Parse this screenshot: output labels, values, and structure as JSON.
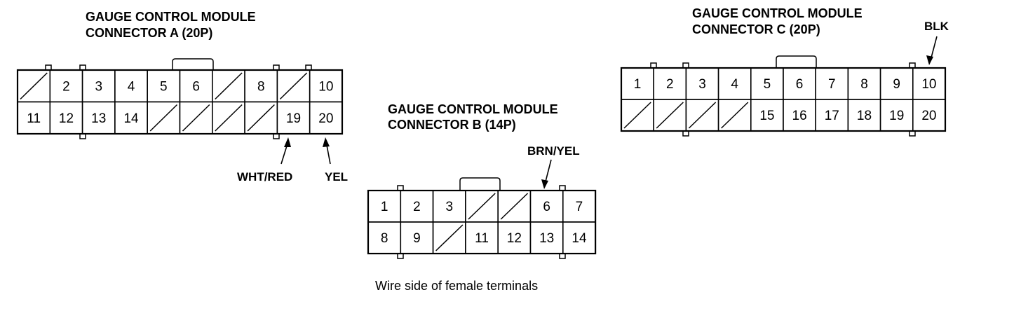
{
  "connectors": [
    {
      "id": "a",
      "title_line1": "GAUGE CONTROL MODULE",
      "title_line2": "CONNECTOR A (20P)",
      "rows": [
        [
          "",
          "2",
          "3",
          "4",
          "5",
          "6",
          "",
          "8",
          "",
          "10"
        ],
        [
          "11",
          "12",
          "13",
          "14",
          "",
          "",
          "",
          "",
          "19",
          "20"
        ]
      ],
      "labels": [
        {
          "text": "WHT/RED",
          "pin": "19"
        },
        {
          "text": "YEL",
          "pin": "20"
        }
      ]
    },
    {
      "id": "b",
      "title_line1": "GAUGE CONTROL MODULE",
      "title_line2": "CONNECTOR B (14P)",
      "rows": [
        [
          "1",
          "2",
          "3",
          "",
          "",
          "6",
          "7"
        ],
        [
          "8",
          "9",
          "",
          "11",
          "12",
          "13",
          "14"
        ]
      ],
      "labels": [
        {
          "text": "BRN/YEL",
          "pin": "6"
        }
      ]
    },
    {
      "id": "c",
      "title_line1": "GAUGE CONTROL MODULE",
      "title_line2": "CONNECTOR C (20P)",
      "rows": [
        [
          "1",
          "2",
          "3",
          "4",
          "5",
          "6",
          "7",
          "8",
          "9",
          "10"
        ],
        [
          "",
          "",
          "",
          "",
          "15",
          "16",
          "17",
          "18",
          "19",
          "20"
        ]
      ],
      "labels": [
        {
          "text": "BLK",
          "pin": "10"
        }
      ]
    }
  ],
  "footer_note": "Wire side of female terminals"
}
